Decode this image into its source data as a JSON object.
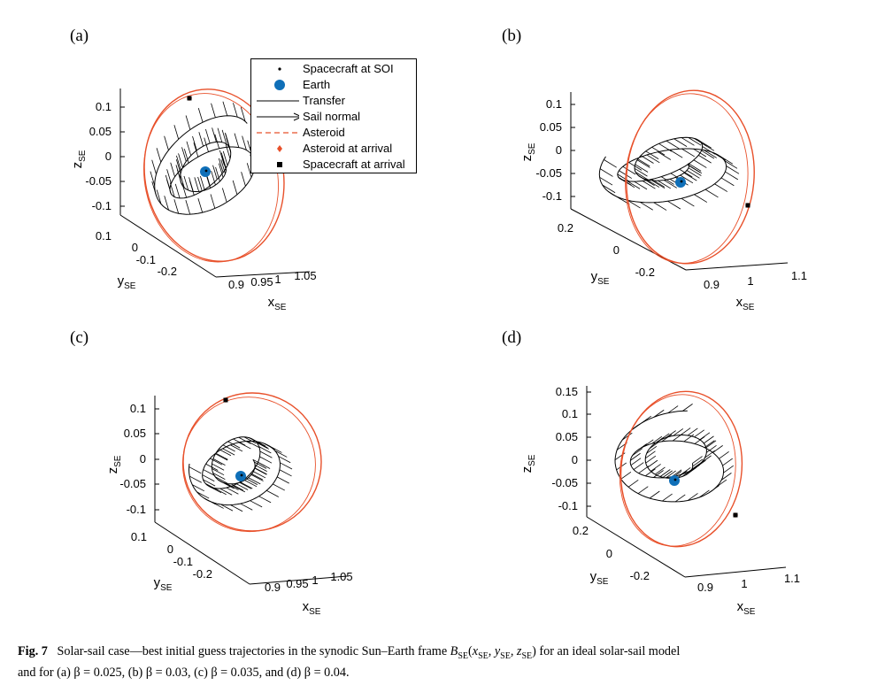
{
  "colors": {
    "earth": "#0f6fb8",
    "asteroid": "#e8502a",
    "transfer": "#000000",
    "spacecraft": "#000000"
  },
  "legend": {
    "items": [
      {
        "label": "Spacecraft at SOI",
        "icon": "dot-marker"
      },
      {
        "label": "Earth",
        "icon": "blue-circle-marker"
      },
      {
        "label": "Transfer",
        "icon": "solid-line"
      },
      {
        "label": "Sail normal",
        "icon": "arrow-line"
      },
      {
        "label": "Asteroid",
        "icon": "dashed-line"
      },
      {
        "label": "Asteroid at arrival",
        "icon": "red-diamond-marker"
      },
      {
        "label": "Spacecraft at arrival",
        "icon": "black-square-marker"
      }
    ]
  },
  "caption": {
    "fig": "Fig. 7",
    "text": "Solar-sail case—best initial guess trajectories in the synodic Sun–Earth frame B_SE(x_SE, y_SE, z_SE) for an ideal solar-sail model and for (a) β = 0.025, (b) β = 0.03, (c) β = 0.035, and (d) β = 0.04.",
    "line1": "Solar-sail case—best initial guess trajectories in the synodic Sun–Earth frame ",
    "frame": "B",
    "frame_sub": "SE",
    "frame_args": "(x_SE, y_SE, z_SE)",
    "line1_end": " for an ideal solar-sail model",
    "line2": "and for (a) β = 0.025, (b) β = 0.03, (c) β = 0.035, and (d) β = 0.04."
  },
  "chart_data": [
    {
      "type": "line",
      "panel": "(a)",
      "beta": 0.025,
      "xlabel": "x",
      "xlabel_sub": "SE",
      "ylabel": "y",
      "ylabel_sub": "SE",
      "zlabel": "z",
      "zlabel_sub": "SE",
      "x_ticks": [
        "0.9",
        "0.95",
        "1",
        "1.05"
      ],
      "y_ticks": [
        "0.1",
        "0",
        "-0.1",
        "-0.2"
      ],
      "z_ticks": [
        "0.1",
        "0.05",
        "0",
        "-0.05",
        "-0.1"
      ],
      "series": [
        {
          "name": "Transfer",
          "kind": "spiral"
        },
        {
          "name": "Asteroid",
          "kind": "closed-orbit"
        }
      ]
    },
    {
      "type": "line",
      "panel": "(b)",
      "beta": 0.03,
      "xlabel": "x",
      "xlabel_sub": "SE",
      "ylabel": "y",
      "ylabel_sub": "SE",
      "zlabel": "z",
      "zlabel_sub": "SE",
      "x_ticks": [
        "0.9",
        "1",
        "1.1"
      ],
      "y_ticks": [
        "0.2",
        "0",
        "-0.2"
      ],
      "z_ticks": [
        "0.1",
        "0.05",
        "0",
        "-0.05",
        "-0.1"
      ],
      "series": [
        {
          "name": "Transfer",
          "kind": "spiral"
        },
        {
          "name": "Asteroid",
          "kind": "closed-orbit"
        }
      ]
    },
    {
      "type": "line",
      "panel": "(c)",
      "beta": 0.035,
      "xlabel": "x",
      "xlabel_sub": "SE",
      "ylabel": "y",
      "ylabel_sub": "SE",
      "zlabel": "z",
      "zlabel_sub": "SE",
      "x_ticks": [
        "0.9",
        "0.95",
        "1",
        "1.05"
      ],
      "y_ticks": [
        "0.1",
        "0",
        "-0.1",
        "-0.2"
      ],
      "z_ticks": [
        "0.1",
        "0.05",
        "0",
        "-0.05",
        "-0.1"
      ],
      "series": [
        {
          "name": "Transfer",
          "kind": "spiral"
        },
        {
          "name": "Asteroid",
          "kind": "closed-orbit"
        }
      ]
    },
    {
      "type": "line",
      "panel": "(d)",
      "beta": 0.04,
      "xlabel": "x",
      "xlabel_sub": "SE",
      "ylabel": "y",
      "ylabel_sub": "SE",
      "zlabel": "z",
      "zlabel_sub": "SE",
      "x_ticks": [
        "0.9",
        "1",
        "1.1"
      ],
      "y_ticks": [
        "0.2",
        "0",
        "-0.2"
      ],
      "z_ticks": [
        "0.15",
        "0.1",
        "0.05",
        "0",
        "-0.05",
        "-0.1"
      ],
      "series": [
        {
          "name": "Transfer",
          "kind": "spiral"
        },
        {
          "name": "Asteroid",
          "kind": "closed-orbit"
        }
      ]
    }
  ]
}
